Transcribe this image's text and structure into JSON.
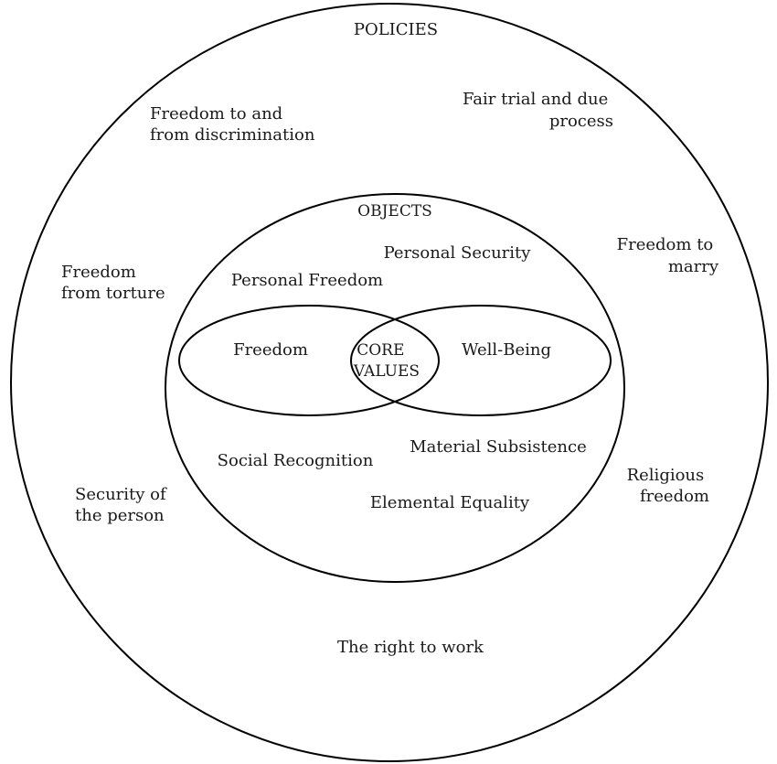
{
  "diagram": {
    "outer_circle": {
      "title": "POLICIES",
      "items": {
        "discrimination": [
          "Freedom to and",
          "from discrimination"
        ],
        "fair_trial": [
          "Fair trial and due",
          "process"
        ],
        "marry": [
          "Freedom to",
          "marry"
        ],
        "torture": [
          "Freedom",
          "from torture"
        ],
        "security": [
          "Security of",
          "the person"
        ],
        "religious": [
          "Religious",
          "freedom"
        ],
        "work": [
          "The right to work"
        ]
      }
    },
    "middle_circle": {
      "title": "OBJECTS",
      "items": {
        "personal_security": "Personal Security",
        "personal_freedom": "Personal Freedom",
        "social_recognition": "Social Recognition",
        "material_subsistence": "Material Subsistence",
        "elemental_equality": "Elemental Equality"
      }
    },
    "venn": {
      "left": "Freedom",
      "right": "Well-Being",
      "overlap": [
        "CORE",
        "VALUES"
      ]
    }
  }
}
